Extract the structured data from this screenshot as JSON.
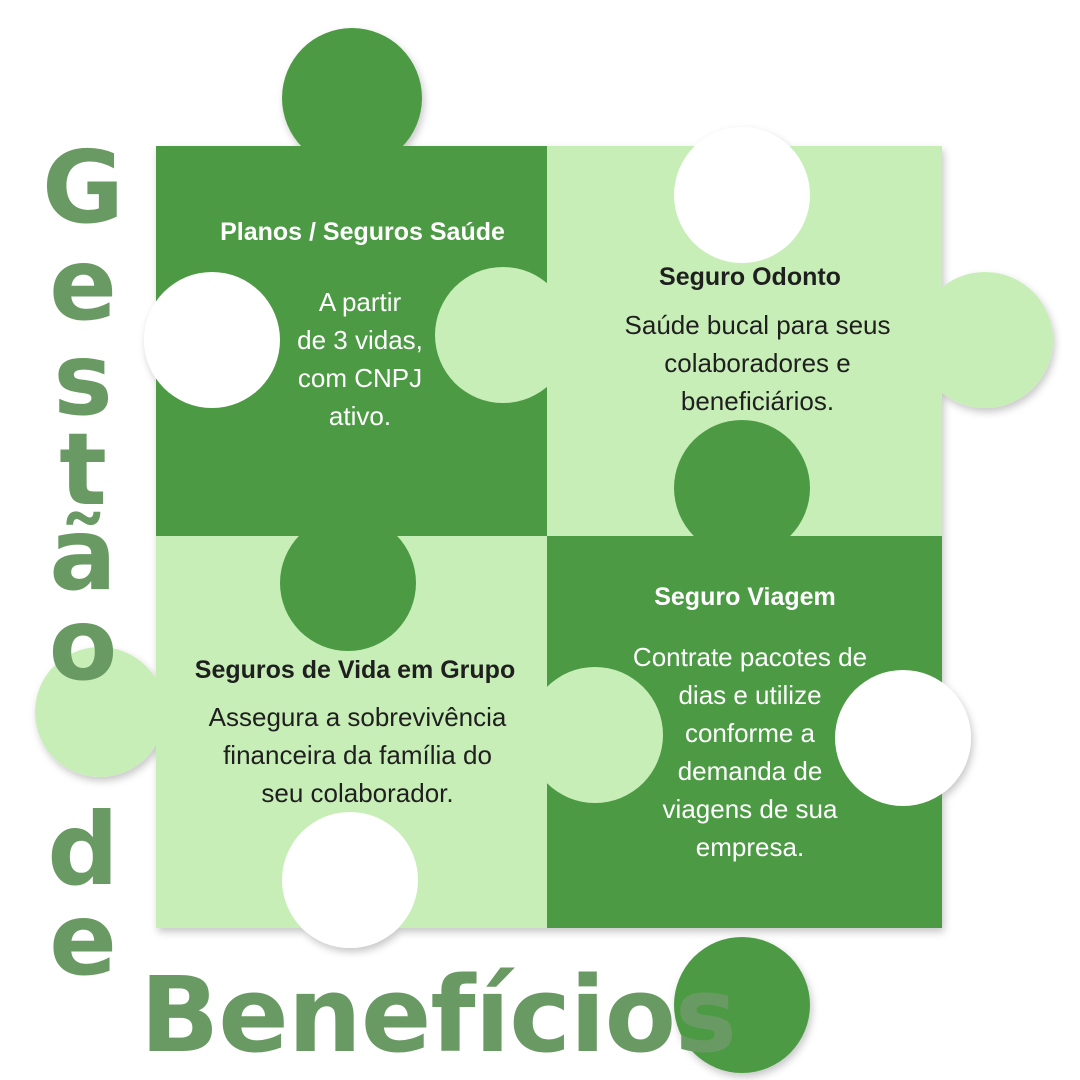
{
  "heading": {
    "vertical_letters": [
      "G",
      "e",
      "s",
      "t",
      "ã",
      "o",
      "d",
      "e"
    ],
    "bottom_word": "Benefícios"
  },
  "pieces": [
    {
      "title": "Planos / Seguros  Saúde",
      "lines": [
        "A partir",
        "de 3 vidas,",
        "com CNPJ",
        "ativo."
      ],
      "shade": "dark"
    },
    {
      "title": "Seguro Odonto",
      "lines": [
        "Saúde bucal para seus",
        "colaboradores e",
        "beneficiários."
      ],
      "shade": "light"
    },
    {
      "title": "Seguros de Vida em Grupo",
      "lines": [
        "Assegura a sobrevivência",
        "financeira da família do",
        "seu colaborador."
      ],
      "shade": "light"
    },
    {
      "title": "Seguro Viagem",
      "lines": [
        "Contrate pacotes de",
        "dias e utilize",
        "conforme a",
        "demanda de",
        "viagens de sua",
        "empresa."
      ],
      "shade": "dark"
    }
  ],
  "colors": {
    "dark_green": "#4e9a44",
    "light_green": "#c8eeb8",
    "text_green": "#6a9a64"
  }
}
